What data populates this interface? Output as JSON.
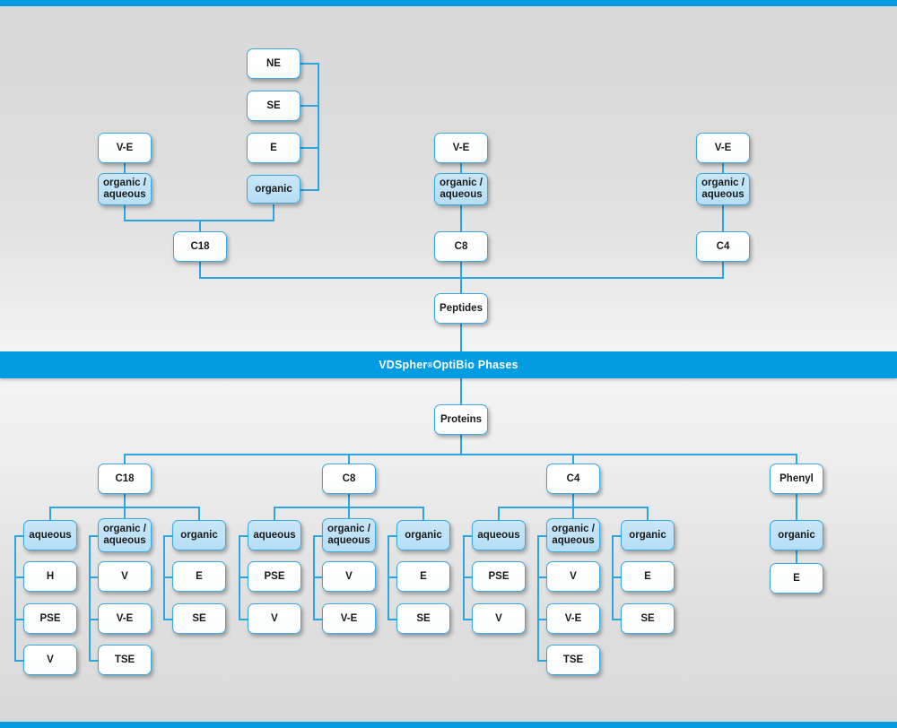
{
  "banner": {
    "text_before": "VDSpher",
    "superscript": "®",
    "text_after": " OptiBio Phases"
  },
  "diagram": {
    "title": "VDSpher OptiBio Phases selection chart",
    "colors": {
      "accent_blue": "#039ce0",
      "line_blue": "#2ba6e0",
      "node_border": "#3aa9e2",
      "node_blue_fill": "#bfe2f5",
      "node_white_fill": "#ffffff",
      "background_gray": "#dcdcdc",
      "banner_text": "#ffffff"
    }
  },
  "peptides": {
    "root_label": "Peptides",
    "columns": [
      {
        "name": "c18",
        "phase_label": "C18",
        "groups": [
          {
            "group_label": "organic /\naqueous",
            "items": [
              {
                "label": "V-E"
              }
            ]
          },
          {
            "group_label": "organic",
            "items": [
              {
                "label": "NE"
              },
              {
                "label": "SE"
              },
              {
                "label": "E"
              }
            ]
          }
        ]
      },
      {
        "name": "c8",
        "phase_label": "C8",
        "groups": [
          {
            "group_label": "organic /\naqueous",
            "items": [
              {
                "label": "V-E"
              }
            ]
          }
        ]
      },
      {
        "name": "c4",
        "phase_label": "C4",
        "groups": [
          {
            "group_label": "organic /\naqueous",
            "items": [
              {
                "label": "V-E"
              }
            ]
          }
        ]
      }
    ]
  },
  "proteins": {
    "root_label": "Proteins",
    "columns": [
      {
        "name": "c18",
        "phase_label": "C18",
        "groups": [
          {
            "group_label": "aqueous",
            "items": [
              {
                "label": "H"
              },
              {
                "label": "PSE"
              },
              {
                "label": "V"
              }
            ]
          },
          {
            "group_label": "organic /\naqueous",
            "items": [
              {
                "label": "V"
              },
              {
                "label": "V-E"
              },
              {
                "label": "TSE"
              }
            ]
          },
          {
            "group_label": "organic",
            "items": [
              {
                "label": "E"
              },
              {
                "label": "SE"
              }
            ]
          }
        ]
      },
      {
        "name": "c8",
        "phase_label": "C8",
        "groups": [
          {
            "group_label": "aqueous",
            "items": [
              {
                "label": "PSE"
              },
              {
                "label": "V"
              }
            ]
          },
          {
            "group_label": "organic /\naqueous",
            "items": [
              {
                "label": "V"
              },
              {
                "label": "V-E"
              }
            ]
          },
          {
            "group_label": "organic",
            "items": [
              {
                "label": "E"
              },
              {
                "label": "SE"
              }
            ]
          }
        ]
      },
      {
        "name": "c4",
        "phase_label": "C4",
        "groups": [
          {
            "group_label": "aqueous",
            "items": [
              {
                "label": "PSE"
              },
              {
                "label": "V"
              }
            ]
          },
          {
            "group_label": "organic /\naqueous",
            "items": [
              {
                "label": "V"
              },
              {
                "label": "V-E"
              },
              {
                "label": "TSE"
              }
            ]
          },
          {
            "group_label": "organic",
            "items": [
              {
                "label": "E"
              },
              {
                "label": "SE"
              }
            ]
          }
        ]
      },
      {
        "name": "phenyl",
        "phase_label": "Phenyl",
        "groups": [
          {
            "group_label": "organic",
            "items": [
              {
                "label": "E"
              }
            ]
          }
        ]
      }
    ]
  }
}
